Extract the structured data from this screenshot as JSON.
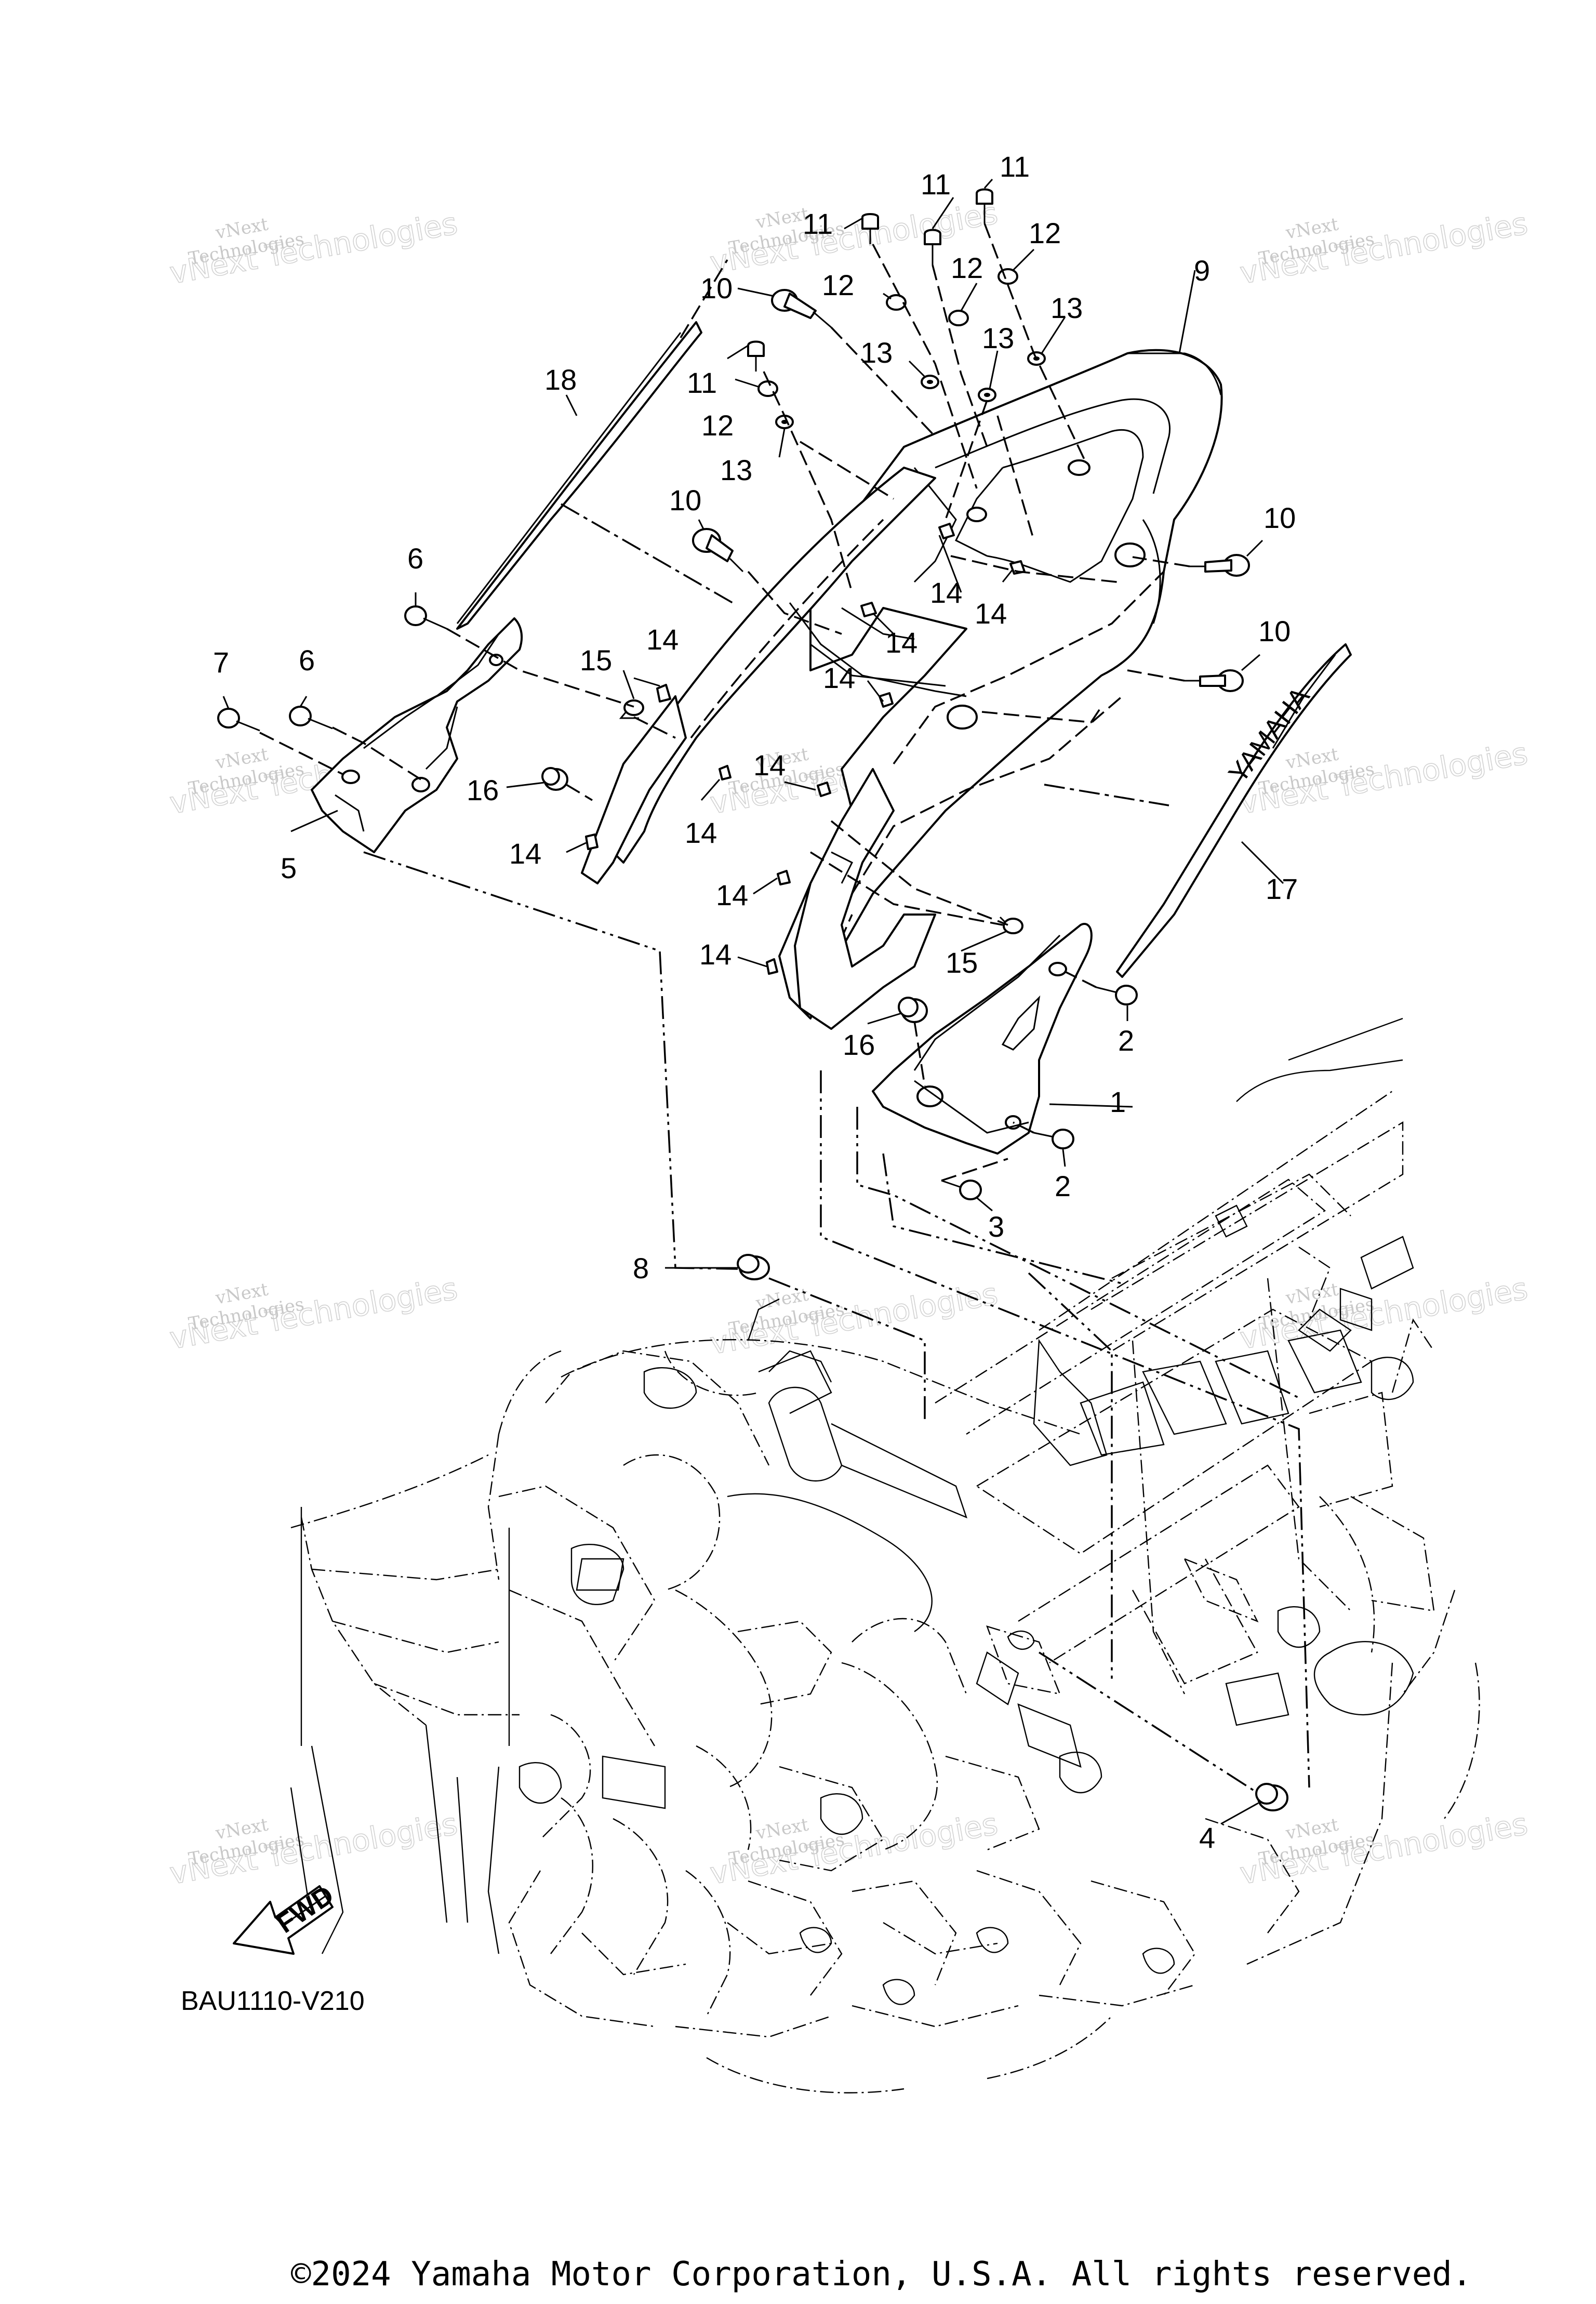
{
  "diagram": {
    "code": "BAU1110-V210",
    "fwd_label": "FWD",
    "decal_text": "YAMAHA",
    "copyright": "©2024 Yamaha Motor Corporation, U.S.A. All rights reserved.",
    "watermark": {
      "line1": "vNext",
      "line2": "Technologies",
      "big": "vNext Technologies"
    },
    "callouts": [
      {
        "id": "1",
        "label": "1"
      },
      {
        "id": "2a",
        "label": "2"
      },
      {
        "id": "2b",
        "label": "2"
      },
      {
        "id": "3",
        "label": "3"
      },
      {
        "id": "4",
        "label": "4"
      },
      {
        "id": "5",
        "label": "5"
      },
      {
        "id": "6a",
        "label": "6"
      },
      {
        "id": "6b",
        "label": "6"
      },
      {
        "id": "7",
        "label": "7"
      },
      {
        "id": "8",
        "label": "8"
      },
      {
        "id": "9",
        "label": "9"
      },
      {
        "id": "10a",
        "label": "10"
      },
      {
        "id": "10b",
        "label": "10"
      },
      {
        "id": "10c",
        "label": "10"
      },
      {
        "id": "10d",
        "label": "10"
      },
      {
        "id": "11a",
        "label": "11"
      },
      {
        "id": "11b",
        "label": "11"
      },
      {
        "id": "11c",
        "label": "11"
      },
      {
        "id": "11d",
        "label": "11"
      },
      {
        "id": "12a",
        "label": "12"
      },
      {
        "id": "12b",
        "label": "12"
      },
      {
        "id": "12c",
        "label": "12"
      },
      {
        "id": "12d",
        "label": "12"
      },
      {
        "id": "13a",
        "label": "13"
      },
      {
        "id": "13b",
        "label": "13"
      },
      {
        "id": "13c",
        "label": "13"
      },
      {
        "id": "13d",
        "label": "13"
      },
      {
        "id": "14a",
        "label": "14"
      },
      {
        "id": "14b",
        "label": "14"
      },
      {
        "id": "14c",
        "label": "14"
      },
      {
        "id": "14d",
        "label": "14"
      },
      {
        "id": "14e",
        "label": "14"
      },
      {
        "id": "14f",
        "label": "14"
      },
      {
        "id": "14g",
        "label": "14"
      },
      {
        "id": "14h",
        "label": "14"
      },
      {
        "id": "14i",
        "label": "14"
      },
      {
        "id": "14j",
        "label": "14"
      },
      {
        "id": "15a",
        "label": "15"
      },
      {
        "id": "15b",
        "label": "15"
      },
      {
        "id": "16a",
        "label": "16"
      },
      {
        "id": "16b",
        "label": "16"
      },
      {
        "id": "17",
        "label": "17"
      },
      {
        "id": "18",
        "label": "18"
      }
    ]
  }
}
